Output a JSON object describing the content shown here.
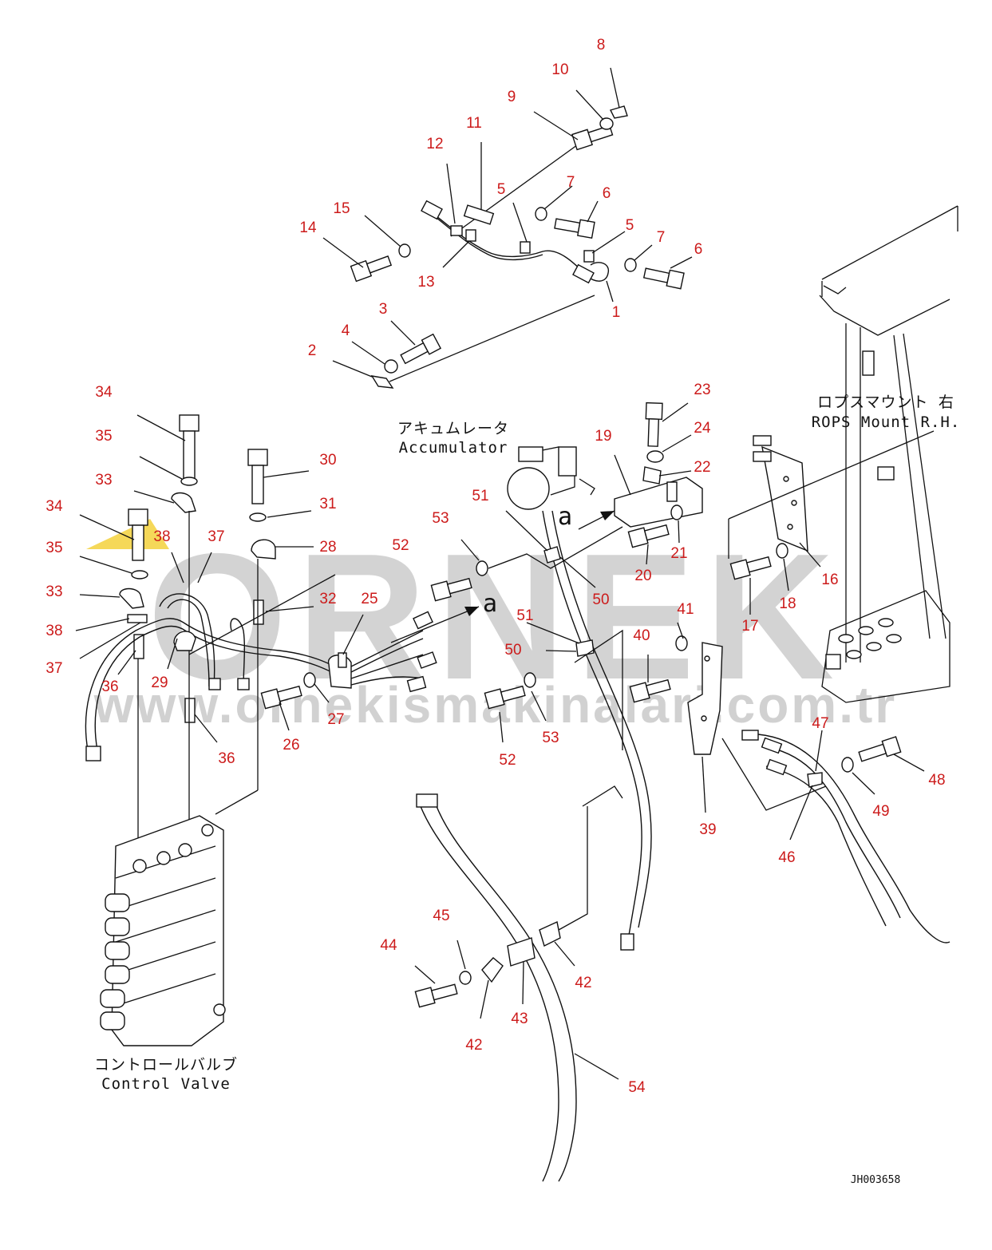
{
  "watermark": {
    "brand": "ORNEK",
    "url": "www.ornekismakinalari.com.tr",
    "color": "#c9c9c9"
  },
  "labels": {
    "rops_jp": "ロプスマウント 右",
    "rops_en": "ROPS Mount R.H.",
    "accumulator_jp": "アキュムレータ",
    "accumulator_en": "Accumulator",
    "control_valve_jp": "コントロールバルブ",
    "control_valve_en": "Control Valve",
    "view_letter": "a",
    "drawing_code": "JH003658"
  },
  "callout_color": "#cc1b1b",
  "callouts": [
    "8",
    "10",
    "9",
    "11",
    "12",
    "5",
    "7",
    "6",
    "15",
    "14",
    "13",
    "5",
    "7",
    "6",
    "1",
    "3",
    "4",
    "2",
    "23",
    "24",
    "22",
    "19",
    "21",
    "20",
    "16",
    "18",
    "17",
    "34",
    "35",
    "30",
    "33",
    "31",
    "28",
    "38",
    "37",
    "34",
    "35",
    "33",
    "32",
    "25",
    "38",
    "37",
    "36",
    "29",
    "36",
    "27",
    "26",
    "51",
    "53",
    "52",
    "50",
    "51",
    "50",
    "41",
    "40",
    "53",
    "52",
    "39",
    "47",
    "46",
    "48",
    "49",
    "45",
    "44",
    "43",
    "42",
    "42",
    "54"
  ]
}
